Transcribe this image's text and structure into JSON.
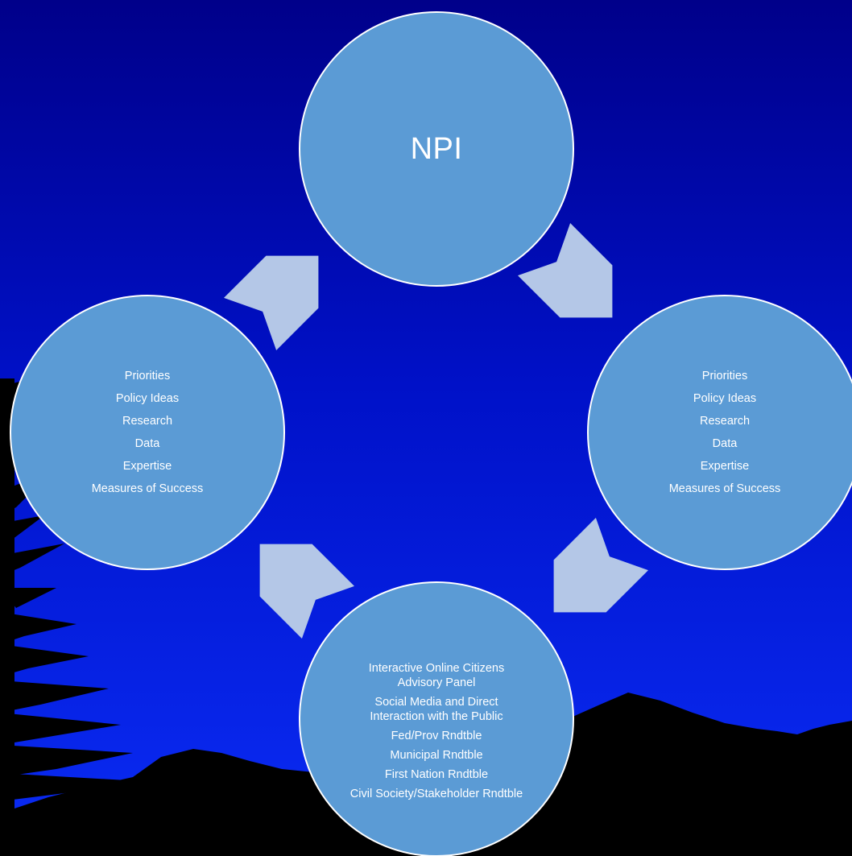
{
  "diagram": {
    "top_node": {
      "label": "NPI"
    },
    "right_node": {
      "items": [
        "Priorities",
        "Policy Ideas",
        "Research",
        "Data",
        "Expertise",
        "Measures of Success"
      ]
    },
    "left_node": {
      "items": [
        "Priorities",
        "Policy Ideas",
        "Research",
        "Data",
        "Expertise",
        "Measures of Success"
      ]
    },
    "bottom_node": {
      "items": [
        "Interactive Online Citizens Advisory Panel",
        "Social Media and Direct Interaction with the Public",
        "Fed/Prov Rndtble",
        "Municipal Rndtble",
        "First Nation Rndtble",
        "Civil Society/Stakeholder Rndtble"
      ]
    },
    "flow": [
      "top_node",
      "right_node",
      "bottom_node",
      "left_node",
      "top_node"
    ]
  },
  "colors": {
    "circle_fill": "#5b9bd5",
    "circle_stroke": "#ffffff",
    "arrow_fill": "#b4c7e7",
    "background_top": "#00008a",
    "background_bottom": "#0a2cf5",
    "silhouette": "#000000"
  }
}
